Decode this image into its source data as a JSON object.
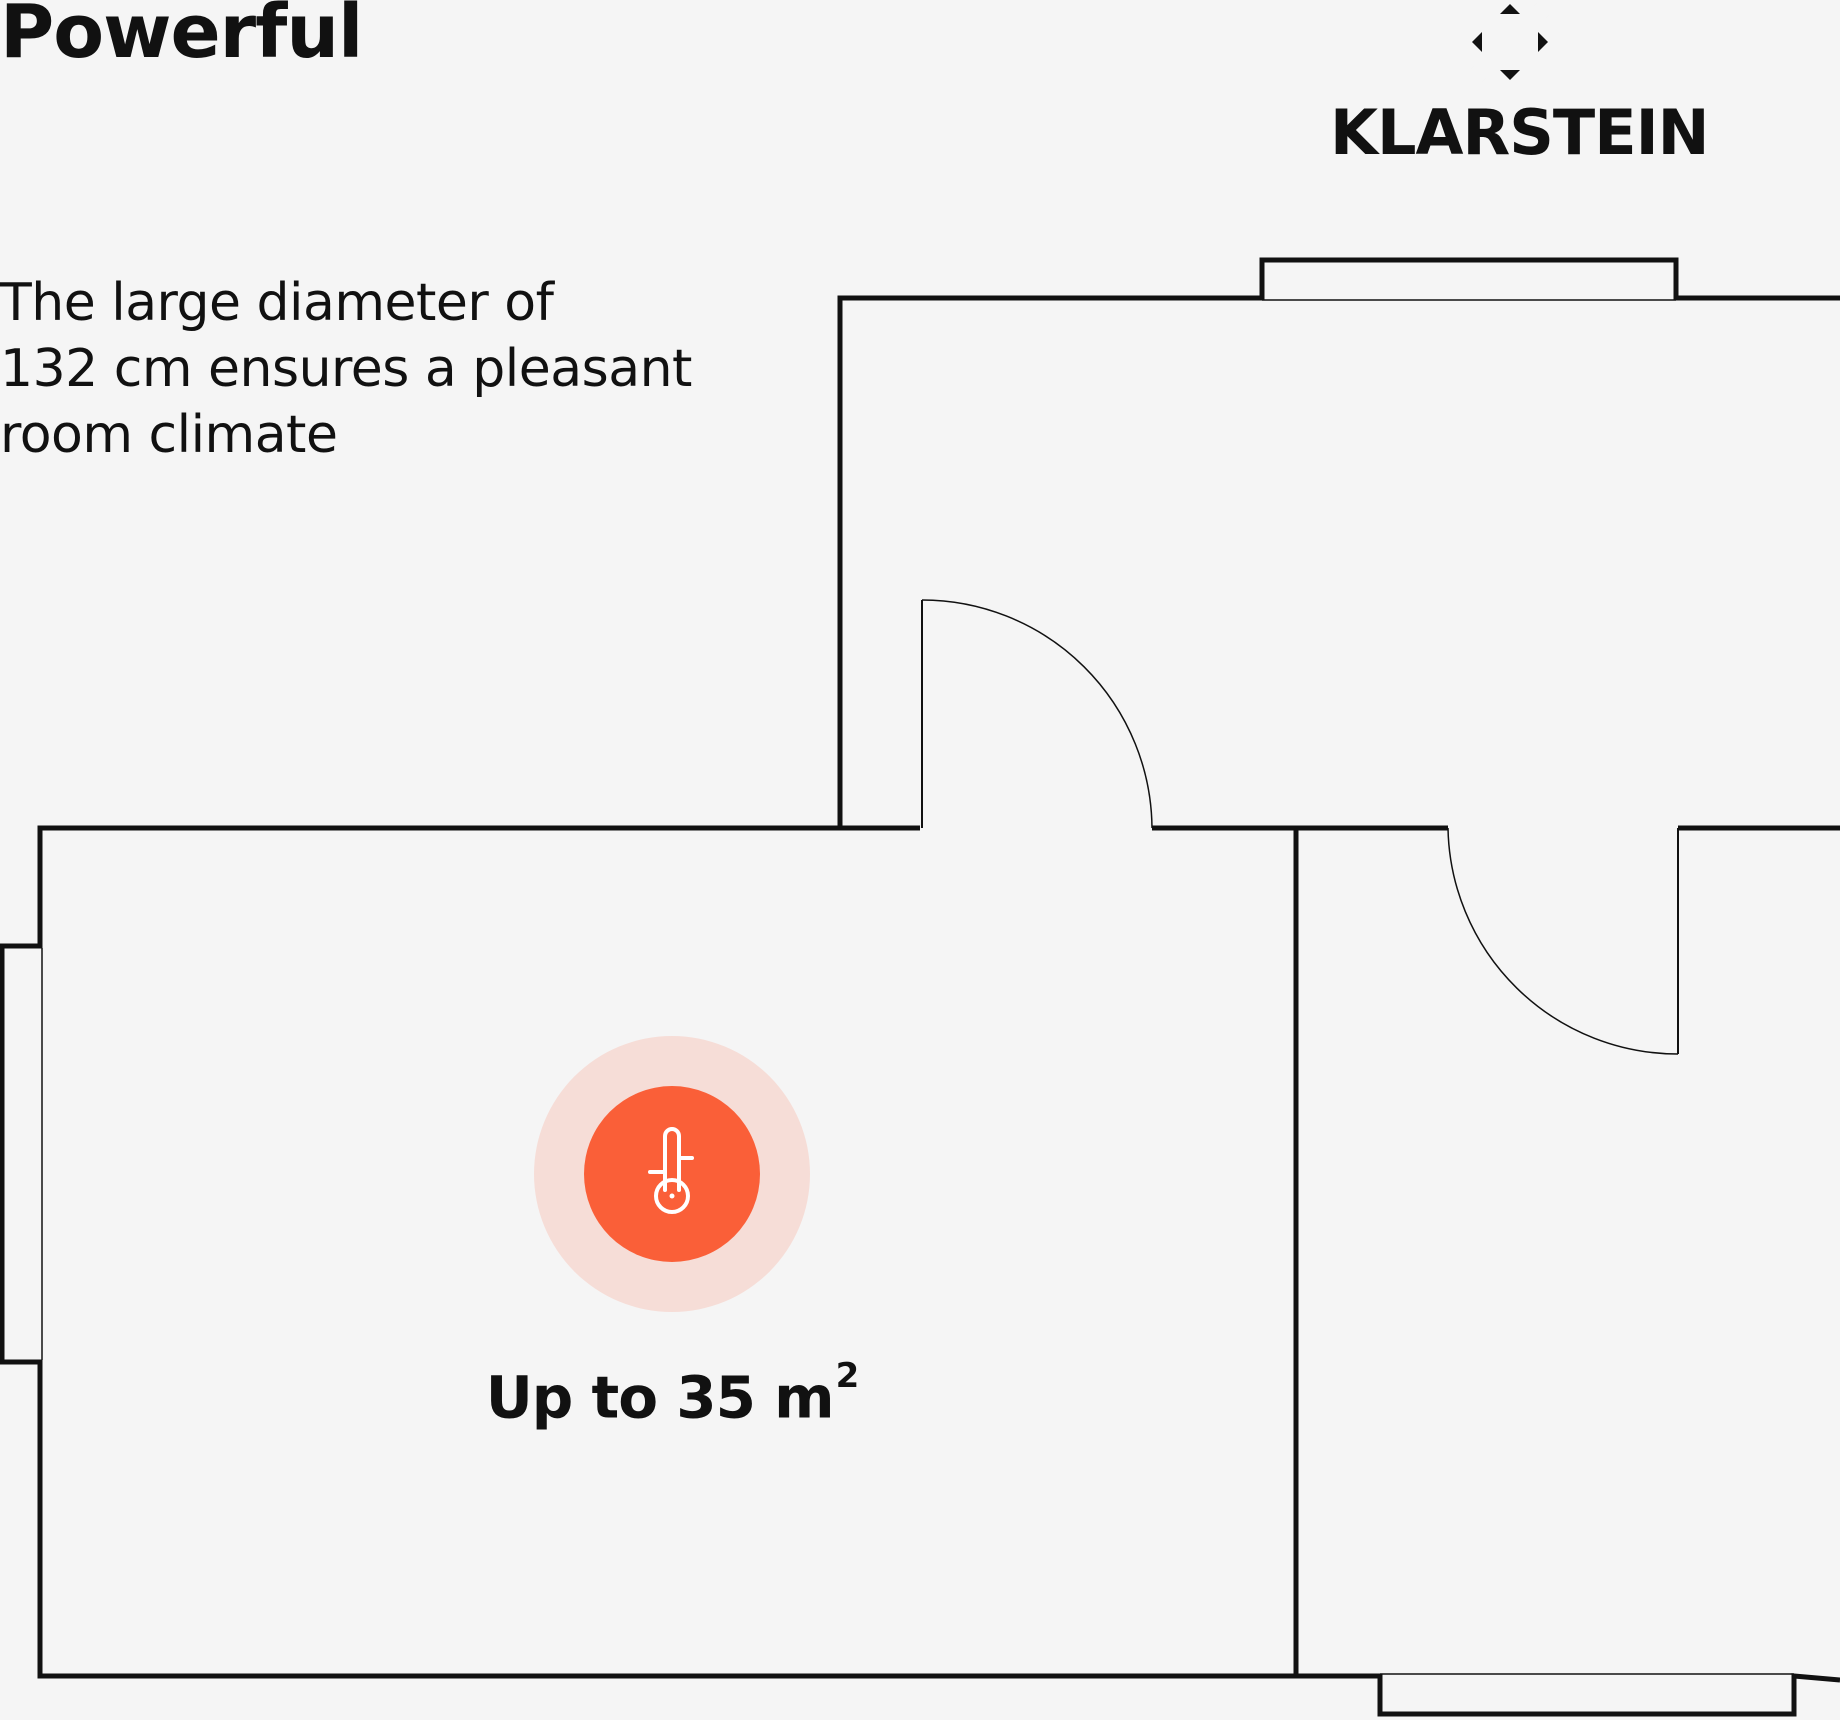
{
  "headline": "Powerful",
  "description": {
    "lines": [
      "The large diameter of",
      "132 cm ensures a pleasant",
      "room climate"
    ]
  },
  "brand": {
    "name": "KLARSTEIN",
    "logo_icon": "klarstein-diamond-logo"
  },
  "coverage": {
    "prefix": "Up to 35 m",
    "superscript": "2"
  },
  "icons": {
    "heater": "thermometer-icon"
  },
  "colors": {
    "background": "#f5f5f5",
    "ink": "#111111",
    "accent": "#fa5f38",
    "accent_halo": "#f6ddd7"
  }
}
